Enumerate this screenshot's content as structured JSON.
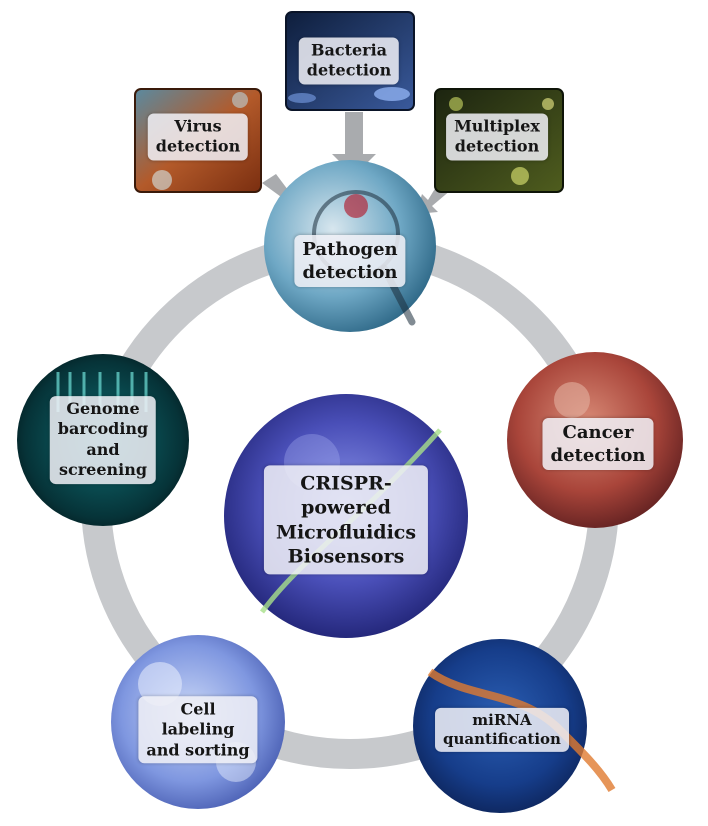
{
  "center": {
    "lines": [
      "CRISPR-",
      "powered",
      "Microfluidics",
      "Biosensors"
    ]
  },
  "pathogen": {
    "lines": [
      "Pathogen",
      "detection"
    ]
  },
  "virus": {
    "lines": [
      "Virus",
      "detection"
    ]
  },
  "bacteria": {
    "lines": [
      "Bacteria",
      "detection"
    ]
  },
  "multiplex": {
    "lines": [
      "Multiplex",
      "detection"
    ]
  },
  "cancer": {
    "lines": [
      "Cancer",
      "detection"
    ]
  },
  "mirna": {
    "lines": [
      "miRNA",
      "quantification"
    ]
  },
  "cell": {
    "lines": [
      "Cell",
      "labeling",
      "and sorting"
    ]
  },
  "genome": {
    "lines": [
      "Genome",
      "barcoding",
      "and",
      "screening"
    ]
  },
  "colors": {
    "ring": "#c7c9cc",
    "arrow": "#a9abae",
    "center_fill": "#4a4fb8",
    "label_bg": "#eeeef4"
  }
}
